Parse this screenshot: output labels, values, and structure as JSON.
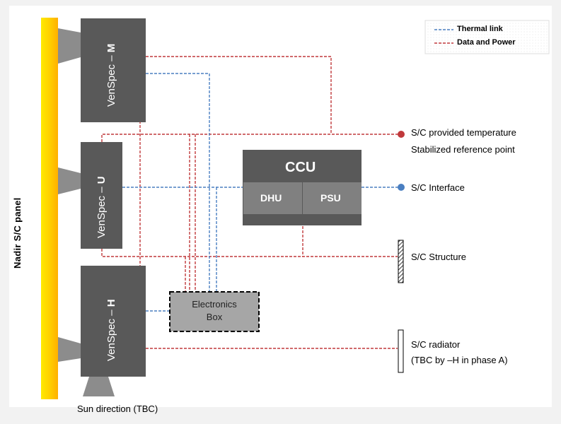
{
  "panel": {
    "label": "Nadir S/C panel"
  },
  "instruments": {
    "m": {
      "name": "VenSpec –",
      "suffix": "M"
    },
    "u": {
      "name": "VenSpec –",
      "suffix": "U"
    },
    "h": {
      "name": "VenSpec –",
      "suffix": "H"
    }
  },
  "ccu": {
    "title": "CCU",
    "dhu": "DHU",
    "psu": "PSU"
  },
  "electronics_box": {
    "line1": "Electronics",
    "line2": "Box"
  },
  "legend": {
    "thermal": "Thermal link",
    "data_power": "Data and Power"
  },
  "interfaces": {
    "temperature_line1": "S/C provided temperature",
    "temperature_line2": "Stabilized reference point",
    "sc_interface": "S/C Interface",
    "sc_structure": "S/C Structure",
    "sc_radiator_line1": "S/C radiator",
    "sc_radiator_line2": "(TBC by –H in phase A)"
  },
  "sun": {
    "label": "Sun direction (TBC)"
  },
  "colors": {
    "thermal": "#4a7fc1",
    "data_power": "#c0393b",
    "box": "#595959",
    "sub_box": "#808080",
    "ebox": "#a6a6a6",
    "panel_yellow": "#ffd700"
  }
}
